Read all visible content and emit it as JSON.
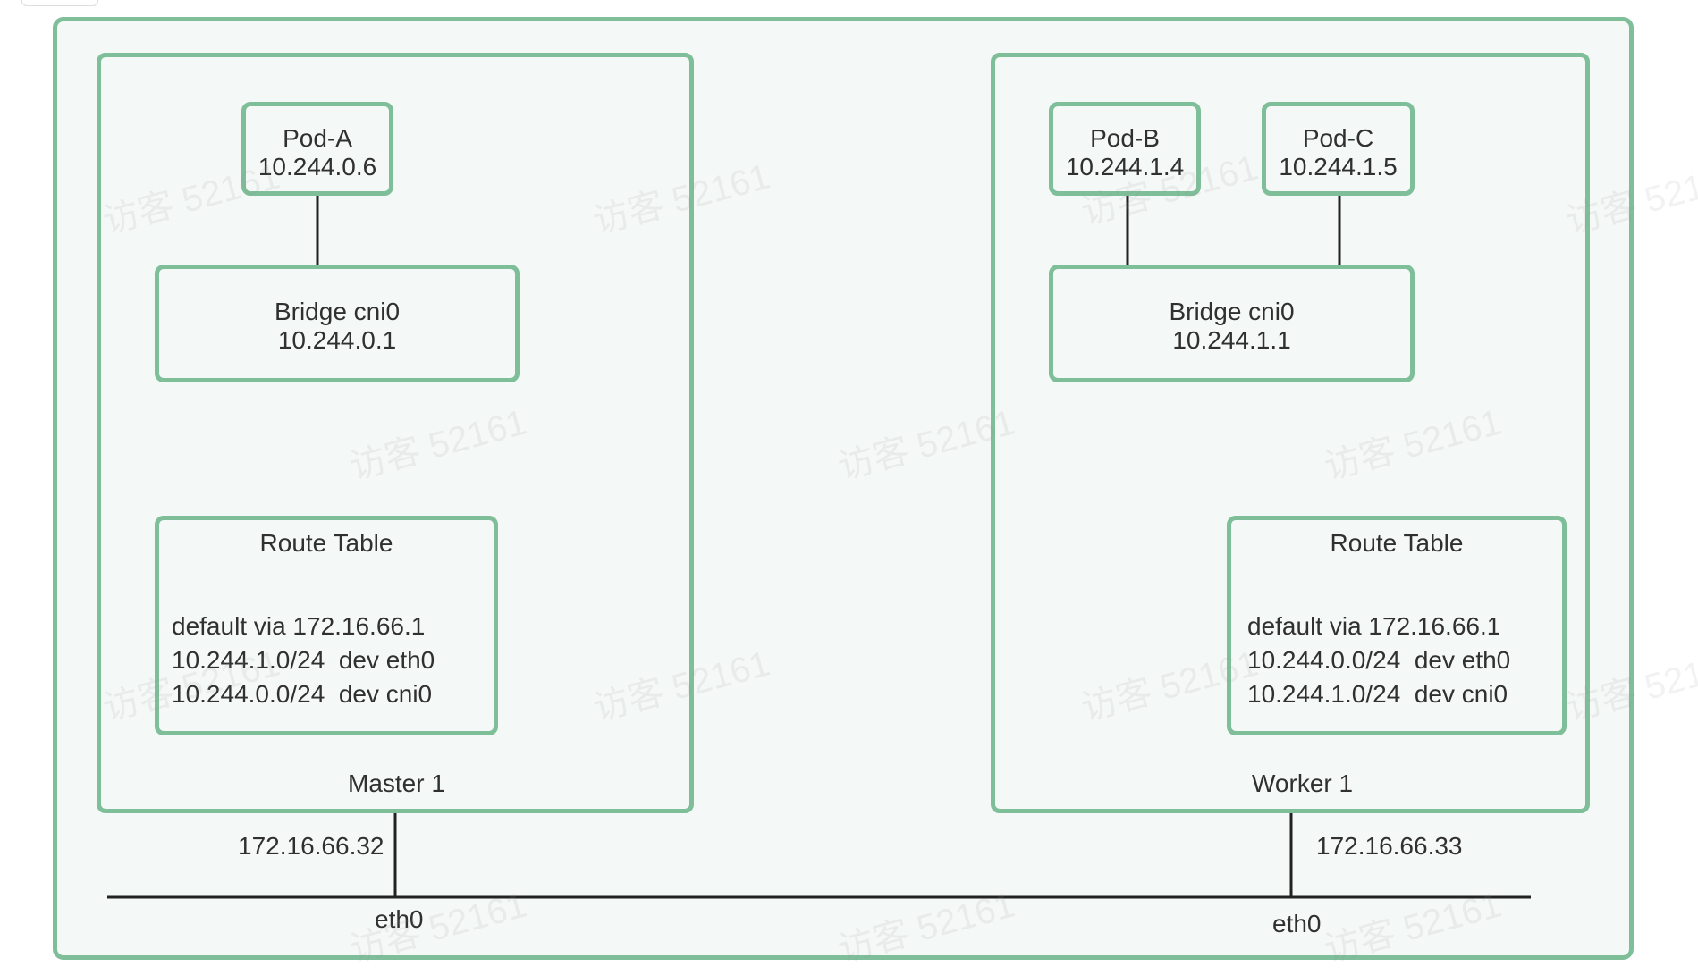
{
  "diagram": {
    "master": {
      "name": "Master 1",
      "ip": "172.16.66.32",
      "eth": "eth0",
      "pod_a": {
        "name": "Pod-A",
        "ip": "10.244.0.6"
      },
      "bridge": {
        "name": "Bridge cni0",
        "ip": "10.244.0.1"
      },
      "route_table": {
        "title": "Route Table",
        "lines": [
          "default via 172.16.66.1",
          "10.244.1.0/24  dev eth0",
          "10.244.0.0/24  dev cni0"
        ]
      }
    },
    "worker": {
      "name": "Worker 1",
      "ip": "172.16.66.33",
      "eth": "eth0",
      "pod_b": {
        "name": "Pod-B",
        "ip": "10.244.1.4"
      },
      "pod_c": {
        "name": "Pod-C",
        "ip": "10.244.1.5"
      },
      "bridge": {
        "name": "Bridge cni0",
        "ip": "10.244.1.1"
      },
      "route_table": {
        "title": "Route Table",
        "lines": [
          "default via 172.16.66.1",
          "10.244.0.0/24  dev eth0",
          "10.244.1.0/24  dev cni0"
        ]
      }
    },
    "watermark": "访客 52161",
    "colors": {
      "border": "#7ebf99",
      "fill": "#f4f8f6",
      "text": "#303030",
      "wire": "#222222"
    }
  }
}
